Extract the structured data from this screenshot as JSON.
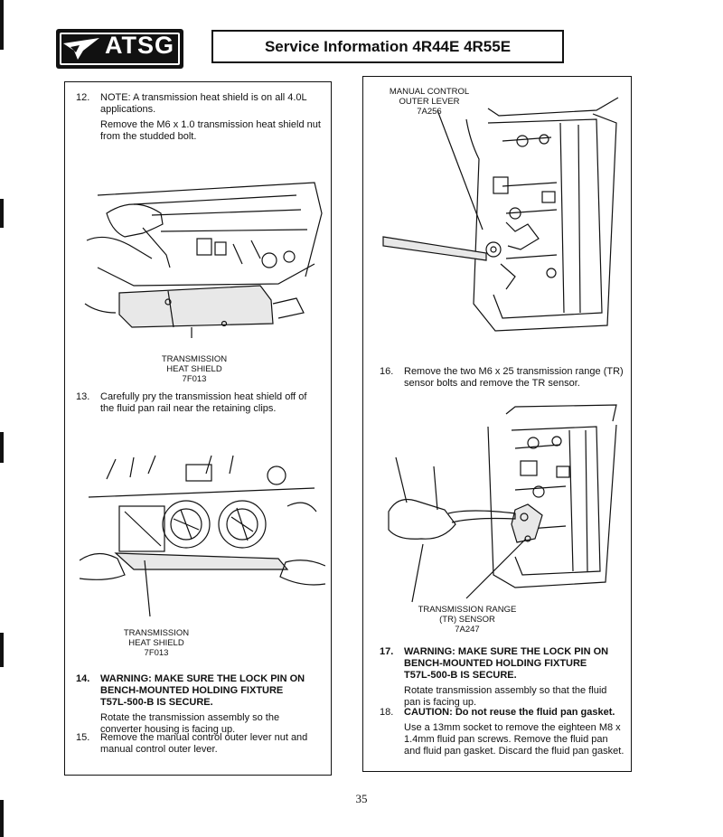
{
  "header": {
    "logo_text": "ATSG",
    "title": "Service Information 4R44E  4R55E"
  },
  "left": {
    "step12": {
      "number": "12.",
      "line1": "NOTE: A transmission heat shield is on all 4.0L",
      "line2": "applications.",
      "note1": "Remove the M6 x 1.0 transmission heat shield nut",
      "note2": "from the studded bolt."
    },
    "fig1_caption": [
      "TRANSMISSION",
      "HEAT SHIELD",
      "7F013"
    ],
    "step13": {
      "number": "13.",
      "line1": "Carefully pry the transmission heat shield off of",
      "line2": "the fluid pan rail near the retaining clips."
    },
    "fig2_caption": [
      "TRANSMISSION",
      "HEAT SHIELD",
      "7F013"
    ],
    "step14": {
      "number": "14.",
      "line1": "WARNING: MAKE SURE THE LOCK PIN ON",
      "line2": "BENCH-MOUNTED HOLDING FIXTURE",
      "line3": "T57L-500-B IS SECURE.",
      "note1": "Rotate the transmission assembly so the",
      "note2": "converter housing is facing up."
    },
    "step15": {
      "number": "15.",
      "line1": "Remove the manual control outer lever nut and",
      "line2": "manual control outer lever."
    }
  },
  "right": {
    "fig3_caption": [
      "MANUAL CONTROL",
      "OUTER LEVER",
      "7A256"
    ],
    "step16": {
      "number": "16.",
      "line1": "Remove the two M6 x 25 transmission range (TR)",
      "line2": "sensor bolts and remove the TR sensor."
    },
    "fig4_caption": [
      "TRANSMISSION RANGE",
      "(TR) SENSOR",
      "7A247"
    ],
    "step17": {
      "number": "17.",
      "line1": "WARNING: MAKE SURE THE LOCK PIN ON",
      "line2": "BENCH-MOUNTED HOLDING FIXTURE",
      "line3": "T57L-500-B IS SECURE.",
      "note1": "Rotate transmission assembly so that the fluid",
      "note2": "pan is facing up."
    },
    "step18": {
      "number": "18.",
      "line1": "CAUTION: Do not reuse the fluid pan gasket.",
      "note1": "Use a 13mm socket to remove the eighteen M8 x",
      "note2": "1.4mm fluid pan screws. Remove the fluid pan",
      "note3": "and fluid pan gasket. Discard the fluid pan gasket."
    }
  },
  "footer": {
    "page_number": "35"
  }
}
